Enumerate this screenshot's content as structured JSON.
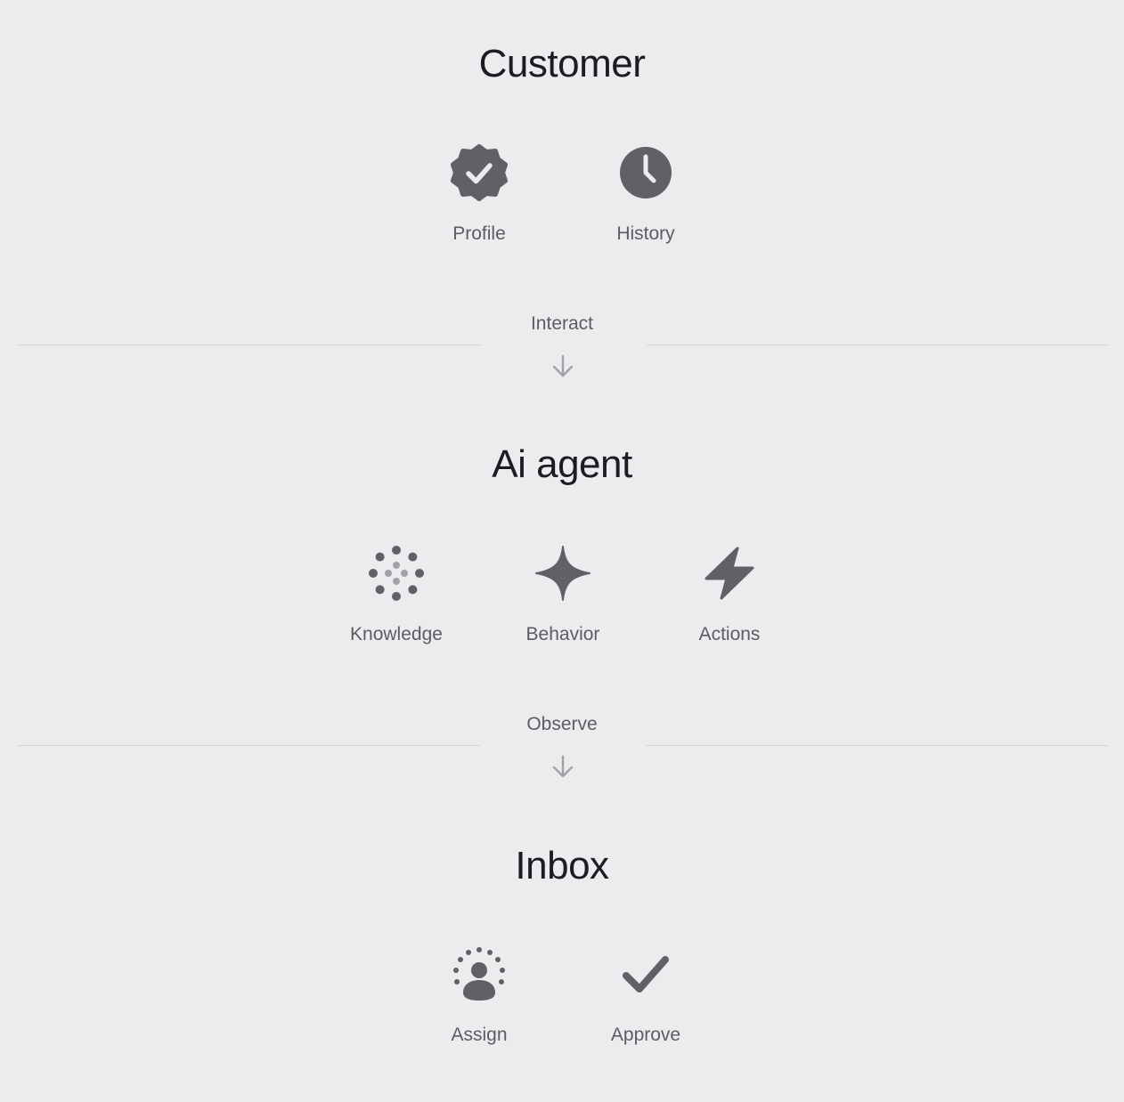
{
  "colors": {
    "background": "#ececee",
    "heading": "#1d1c22",
    "label": "#5d5c62",
    "icon": "#616066",
    "icon_light": "#a2a1a6",
    "divider": "#d6d6da"
  },
  "customer": {
    "title": "Customer",
    "items": [
      {
        "label": "Profile",
        "icon": "verified-badge-icon"
      },
      {
        "label": "History",
        "icon": "clock-icon"
      }
    ]
  },
  "connector_1": {
    "label": "Interact",
    "icon": "arrow-down-icon"
  },
  "ai_agent": {
    "title": "Ai agent",
    "items": [
      {
        "label": "Knowledge",
        "icon": "dots-radial-icon"
      },
      {
        "label": "Behavior",
        "icon": "sparkle-icon"
      },
      {
        "label": "Actions",
        "icon": "lightning-icon"
      }
    ]
  },
  "connector_2": {
    "label": "Observe",
    "icon": "arrow-down-icon"
  },
  "inbox": {
    "title": "Inbox",
    "items": [
      {
        "label": "Assign",
        "icon": "person-dots-icon"
      },
      {
        "label": "Approve",
        "icon": "checkmark-icon"
      }
    ]
  }
}
